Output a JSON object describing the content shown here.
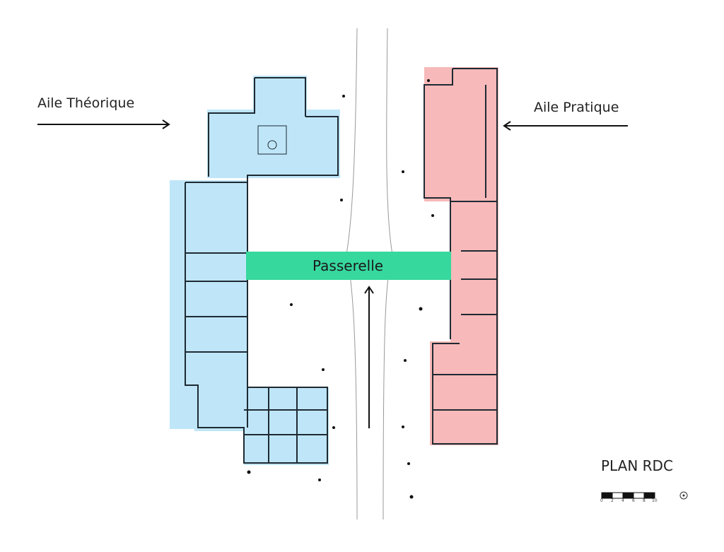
{
  "labels": {
    "aile_theorique": "Aile Théorique",
    "aile_pratique": "Aile Pratique",
    "passerelle": "Passerelle",
    "plan_title": "PLAN RDC"
  },
  "scale_bar": {
    "ticks": [
      "0",
      "2",
      "4",
      "6",
      "8",
      "10"
    ]
  },
  "colors": {
    "theorique": "#bfe6f8",
    "pratique": "#f7b9b9",
    "passerelle": "#36d89e",
    "walls": "#1e2a33"
  }
}
